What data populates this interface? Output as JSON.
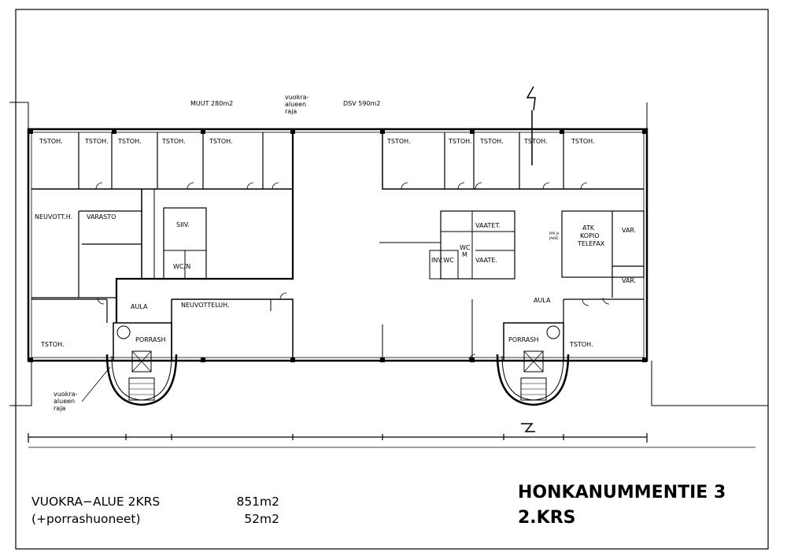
{
  "plan": {
    "area_labels": {
      "muut": "MUUT 280m2",
      "dsv": "DSV 590m2",
      "boundary_top": [
        "vuokra-",
        "alueen",
        "raja"
      ],
      "boundary_bottom": [
        "vuokra-",
        "alueen",
        "raja"
      ]
    },
    "rooms": {
      "tstoh_1": "TSTOH.",
      "tstoh_2": "TSTOH.",
      "tstoh_3": "TSTOH.",
      "tstoh_4": "TSTOH.",
      "tstoh_5": "TSTOH.",
      "tstoh_6": "TSTOH.",
      "tstoh_7": "TSTOH.",
      "tstoh_8": "TSTOH.",
      "tstoh_9": "TSTOH.",
      "tstoh_10": "TSTOH.",
      "tstoh_11": "TSTOH.",
      "tstoh_12": "TSTOH.",
      "neuvott_h": "NEUVOTT.H.",
      "varasto": "VARASTO",
      "siiv": "SIIV.",
      "wc_n": "WC/N",
      "aula_left": "AULA",
      "neuvotteluh": "NEUVOTTELUH.",
      "porrash_left": "PORRASH",
      "porrash_right": "PORRASH",
      "vaatet": "VAATET.",
      "vaate": "VAATE.",
      "wc_m": [
        "WC",
        "M"
      ],
      "inv_wc": "INV.WC",
      "atk": [
        "ATK",
        "KOPIO",
        "TELEFAX"
      ],
      "ppp": [
        "PPP JA",
        "JAKKE."
      ],
      "var_1": "VAR.",
      "var_2": "VAR.",
      "aula_right": "AULA"
    }
  },
  "summary": {
    "line1_label": "VUOKRA−ALUE  2KRS",
    "line1_value": "851m2",
    "line2_label": "(+porrashuoneet)",
    "line2_value": "52m2"
  },
  "title": {
    "address": "HONKANUMMENTIE 3",
    "floor": "2.KRS"
  }
}
